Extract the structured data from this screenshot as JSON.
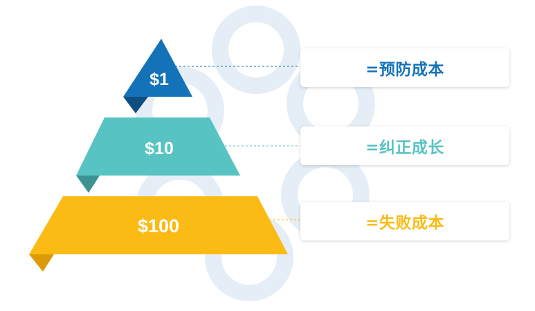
{
  "tiers": [
    {
      "value_label": "$1",
      "description": "=预防成本",
      "color": "#1473b8",
      "shadow": "#0e4f80"
    },
    {
      "value_label": "$10",
      "description": "=纠正成长",
      "color": "#57c3c2",
      "shadow": "#3d9392"
    },
    {
      "value_label": "$100",
      "description": "=失败成本",
      "color": "#fbbb14",
      "shadow": "#dd9a08"
    }
  ],
  "background_ring_color": "#e5eef6"
}
